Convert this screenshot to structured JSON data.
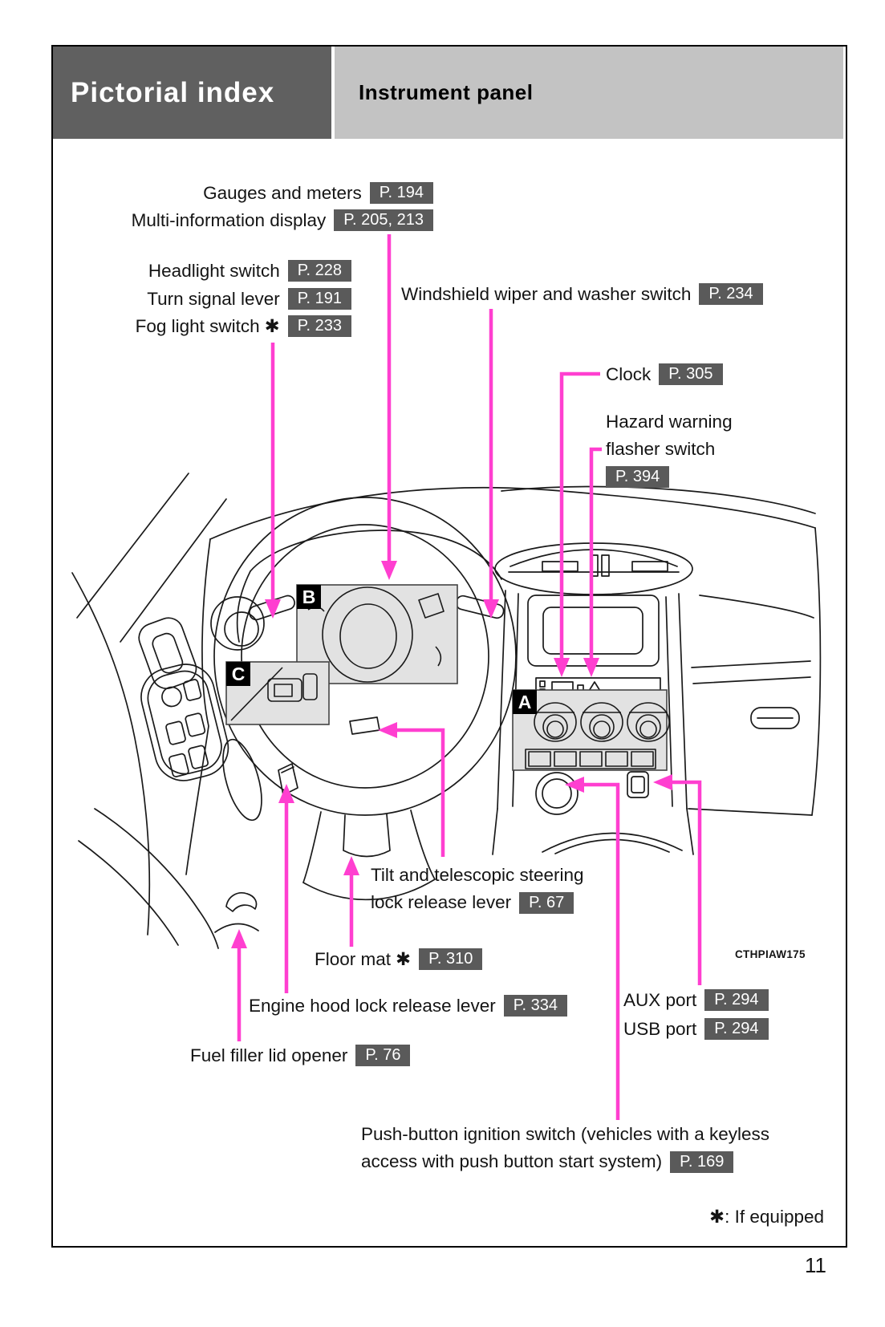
{
  "header": {
    "section_title": "Pictorial index",
    "page_subject": "Instrument panel"
  },
  "callout_labels": {
    "gauges": {
      "text": "Gauges and meters",
      "page": "P. 194"
    },
    "multi_info": {
      "text": "Multi-information display",
      "page": "P. 205, 213"
    },
    "headlight": {
      "text": "Headlight switch",
      "page": "P. 228"
    },
    "turn_signal": {
      "text": "Turn signal lever",
      "page": "P. 191"
    },
    "fog_light": {
      "text": "Fog light switch ✱",
      "page": "P. 233"
    },
    "wiper": {
      "text": "Windshield wiper and washer switch",
      "page": "P. 234"
    },
    "clock": {
      "text": "Clock",
      "page": "P. 305"
    },
    "hazard": {
      "line1": "Hazard warning",
      "line2": "flasher switch",
      "page": "P. 394"
    },
    "tilt": {
      "line1": "Tilt and telescopic steering",
      "line2": "lock release lever",
      "page": "P. 67"
    },
    "floor_mat": {
      "text": "Floor mat ✱",
      "page": "P. 310"
    },
    "engine_hood": {
      "text": "Engine hood lock release lever",
      "page": "P. 334"
    },
    "fuel_filler": {
      "text": "Fuel filler lid opener",
      "page": "P. 76"
    },
    "aux_port": {
      "text": "AUX port",
      "page": "P. 294"
    },
    "usb_port": {
      "text": "USB port",
      "page": "P. 294"
    },
    "ignition": {
      "line1": "Push-button ignition switch (vehicles with a keyless",
      "line2": "access with push button start system)",
      "page": "P. 169"
    }
  },
  "panel_markers": {
    "a": "A",
    "b": "B",
    "c": "C"
  },
  "footnote": "✱: If equipped",
  "figure_code": "CTHPIAW175",
  "page_number": "11",
  "colors": {
    "accent_magenta": "#FF3FD0",
    "badge_background": "#5A5A5A",
    "header_dark": "#606060",
    "header_light": "#C3C3C3"
  }
}
